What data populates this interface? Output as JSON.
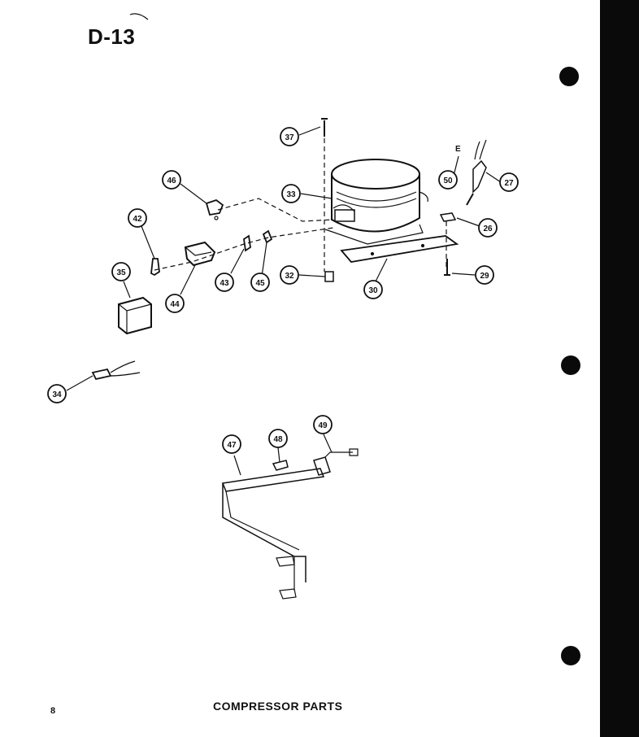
{
  "page": {
    "id_label": "D-13",
    "caption": "COMPRESSOR PARTS",
    "page_number": "8"
  },
  "colors": {
    "ink": "#111111",
    "paper": "#ffffff",
    "edge": "#0a0a0a"
  },
  "callouts": {
    "c37": "37",
    "c33": "33",
    "c50": "50",
    "c27": "27",
    "c46": "46",
    "c42": "42",
    "c26": "26",
    "c35": "35",
    "c32": "32",
    "c30": "30",
    "c29": "29",
    "c43": "43",
    "c45": "45",
    "c44": "44",
    "c34": "34",
    "c47": "47",
    "c48": "48",
    "c49": "49"
  },
  "part_marking": "E"
}
